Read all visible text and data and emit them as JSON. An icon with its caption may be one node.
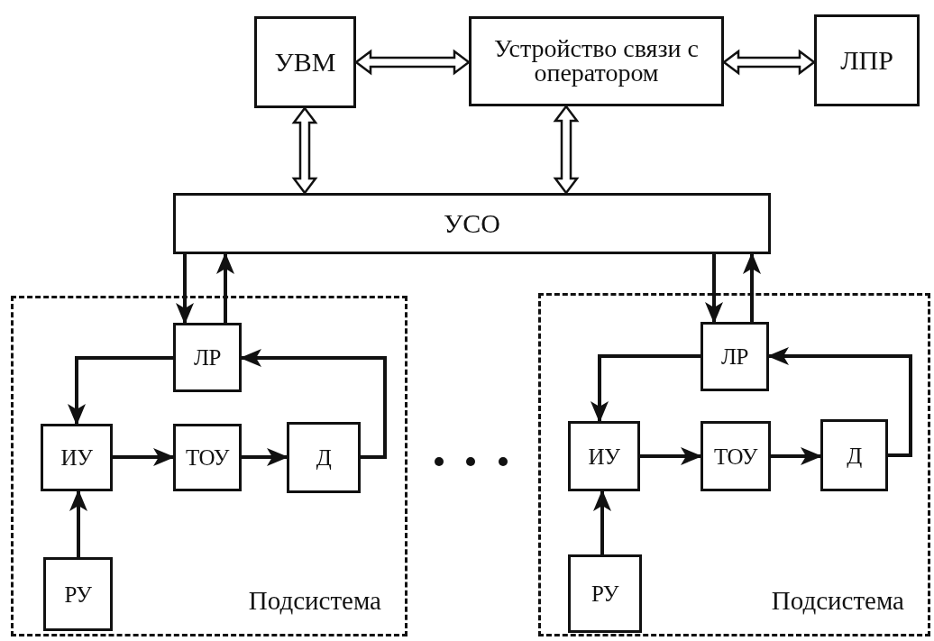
{
  "diagram": {
    "nodes": [
      {
        "text": [
          "УВМ"
        ]
      },
      {
        "text": [
          "Устройство связи с оператором"
        ]
      },
      {
        "text": [
          "ЛПР"
        ]
      },
      {
        "text": [
          "УСО"
        ]
      },
      {
        "text": [
          "Подсистема"
        ]
      },
      {
        "text": [
          "ЛР"
        ],
        "in": 4
      },
      {
        "text": [
          "ИУ"
        ],
        "in": 4
      },
      {
        "text": [
          "ТОУ"
        ],
        "in": 4
      },
      {
        "text": [
          "Д"
        ],
        "in": 4
      },
      {
        "text": [
          "РУ"
        ],
        "in": 4
      },
      {
        "text": [
          "Подсистема"
        ]
      },
      {
        "text": [
          "ЛР"
        ],
        "in": 10
      },
      {
        "text": [
          "ИУ"
        ],
        "in": 10
      },
      {
        "text": [
          "ТОУ"
        ],
        "in": 10
      },
      {
        "text": [
          "Д"
        ],
        "in": 10
      },
      {
        "text": [
          "РУ"
        ],
        "in": 10
      }
    ],
    "edges": [
      {
        "from": 0,
        "to": 1,
        "arrow": "both",
        "style": "thick"
      },
      {
        "from": 1,
        "to": 2,
        "arrow": "both",
        "style": "thick"
      },
      {
        "from": 0,
        "to": 3,
        "arrow": "both",
        "style": "thick"
      },
      {
        "from": 1,
        "to": 3,
        "arrow": "both",
        "style": "thick"
      },
      {
        "from": 3,
        "to": 5,
        "arrow": "to"
      },
      {
        "from": 5,
        "to": 3,
        "arrow": "to"
      },
      {
        "from": 5,
        "to": 6,
        "arrow": "to"
      },
      {
        "from": 6,
        "to": 7,
        "arrow": "to"
      },
      {
        "from": 7,
        "to": 8,
        "arrow": "to"
      },
      {
        "from": 8,
        "to": 5,
        "arrow": "to"
      },
      {
        "from": 9,
        "to": 6,
        "arrow": "to"
      },
      {
        "from": 3,
        "to": 11,
        "arrow": "to"
      },
      {
        "from": 11,
        "to": 3,
        "arrow": "to"
      },
      {
        "from": 11,
        "to": 12,
        "arrow": "to"
      },
      {
        "from": 12,
        "to": 13,
        "arrow": "to"
      },
      {
        "from": 13,
        "to": 14,
        "arrow": "to"
      },
      {
        "from": 14,
        "to": 11,
        "arrow": "to"
      },
      {
        "from": 15,
        "to": 12,
        "arrow": "to"
      }
    ]
  }
}
